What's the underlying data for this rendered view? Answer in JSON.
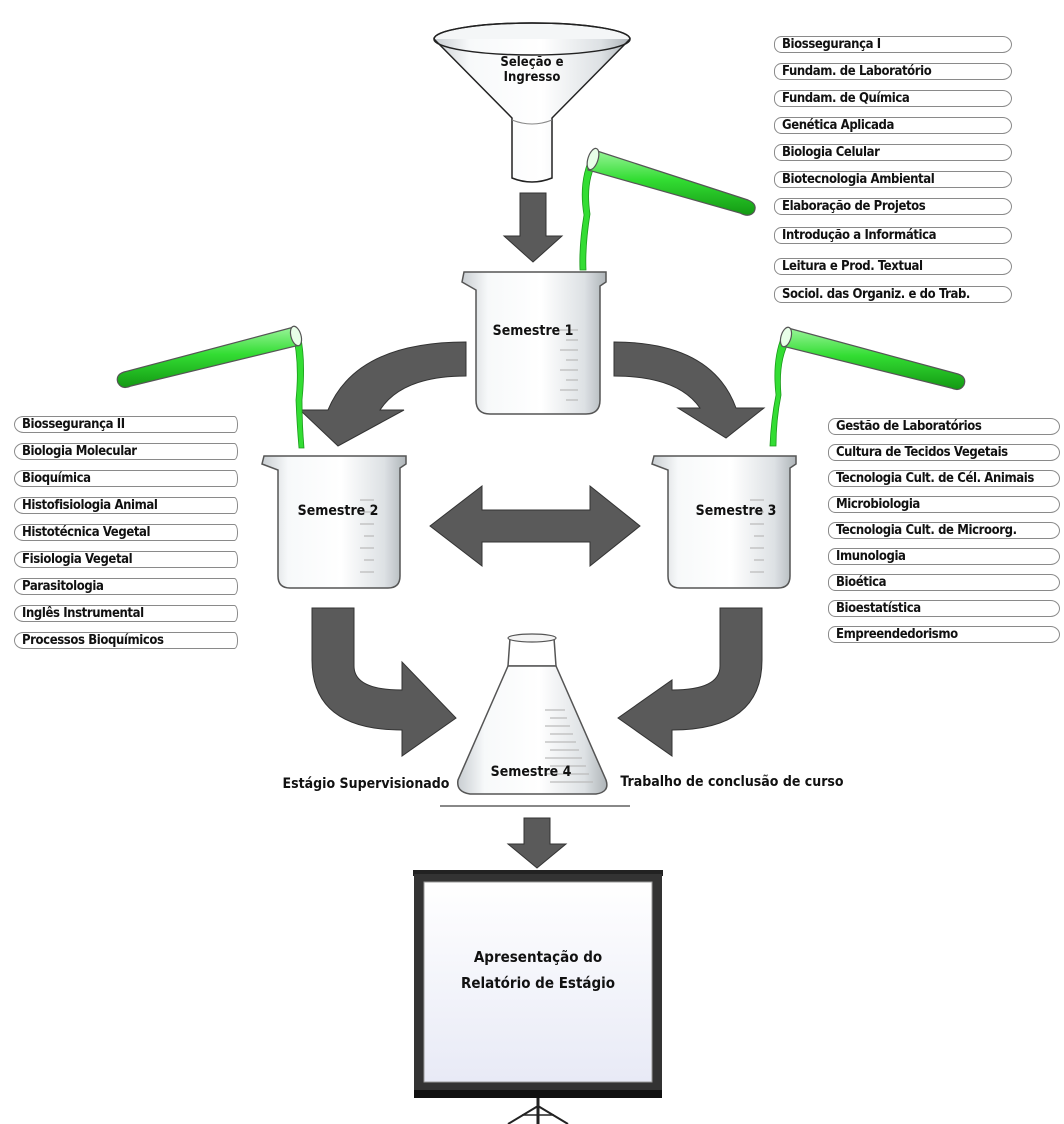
{
  "funnel": {
    "label_line1": "Seleção e",
    "label_line2": "Ingresso"
  },
  "semesters": {
    "s1": "Semestre 1",
    "s2": "Semestre 2",
    "s3": "Semestre 3",
    "s4": "Semestre 4"
  },
  "courses": {
    "semester1": [
      "Biossegurança I",
      "Fundam. de Laboratório",
      "Fundam. de Química",
      "Genética Aplicada",
      "Biologia Celular",
      "Biotecnologia Ambiental",
      "Elaboração de Projetos",
      "Introdução a Informática",
      "Leitura e Prod. Textual",
      "Sociol. das Organiz. e do Trab."
    ],
    "semester2": [
      "Biossegurança II",
      "Biologia Molecular",
      "Bioquímica",
      "Histofisiologia Animal",
      "Histotécnica Vegetal",
      "Fisiologia Vegetal",
      "Parasitologia",
      "Inglês Instrumental",
      "Processos Bioquímicos"
    ],
    "semester3": [
      "Gestão de Laboratórios",
      "Cultura de Tecidos Vegetais",
      "Tecnologia Cult. de Cél. Animais",
      "Microbiologia",
      "Tecnologia Cult. de Microorg.",
      "Imunologia",
      "Bioética",
      "Bioestatística",
      "Empreendedorismo"
    ]
  },
  "semester4_labels": {
    "left": "Estágio Supervisionado",
    "right": "Trabalho de conclusão de curso"
  },
  "final": {
    "line1": "Apresentação do",
    "line2": "Relatório de Estágio"
  },
  "colors": {
    "arrow": "#5a5a5a",
    "tube_liquid": "#33dd33",
    "glass": "#ecf0f2",
    "screen": "#f3f4fc"
  }
}
